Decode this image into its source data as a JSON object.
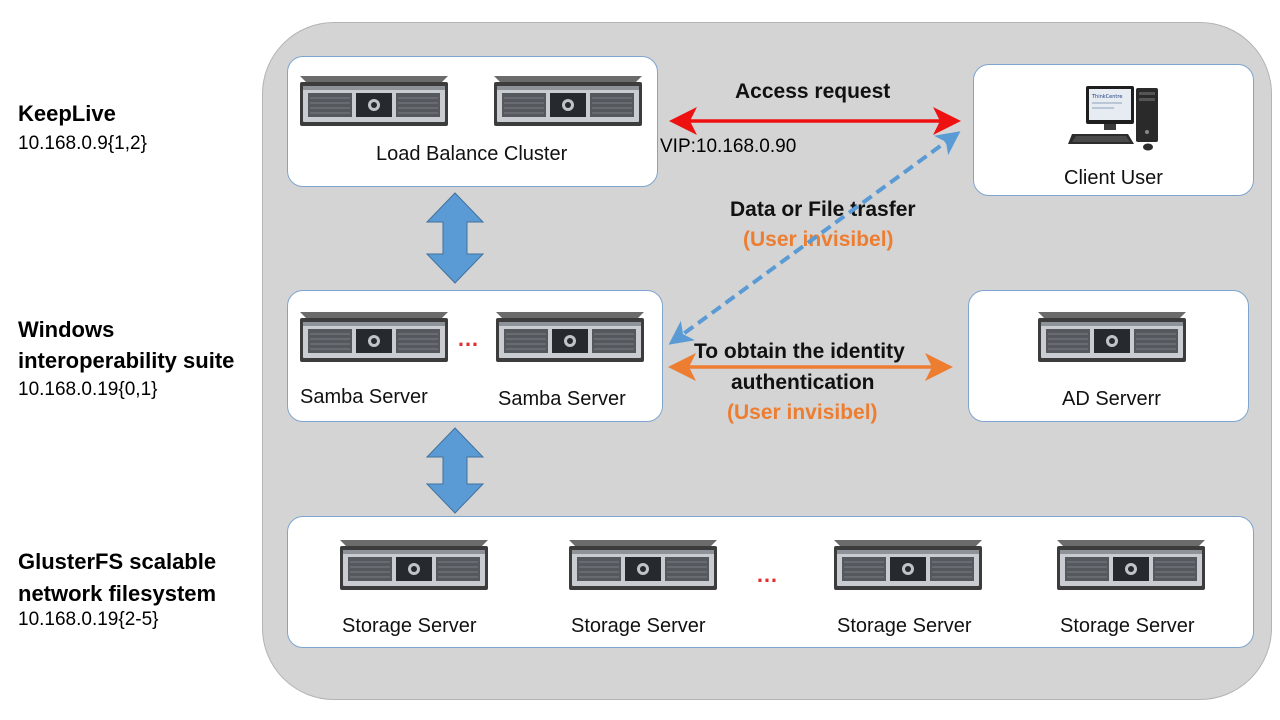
{
  "tiers": {
    "keeplive": {
      "title": "KeepLive",
      "ip": "10.168.0.9{1,2}"
    },
    "windows": {
      "title_line1": "Windows",
      "title_line2": "interoperability suite",
      "ip": "10.168.0.19{0,1}"
    },
    "gluster": {
      "title_line1": "GlusterFS scalable",
      "title_line2": "network filesystem",
      "ip": "10.168.0.19{2-5}"
    }
  },
  "nodes": {
    "load_balancer": {
      "label": "Load Balance Cluster"
    },
    "client": {
      "label": "Client User",
      "monitor_brand": "ThinkCentre"
    },
    "samba_left": {
      "label": "Samba Server"
    },
    "samba_right": {
      "label": "Samba Server"
    },
    "ad_server": {
      "label": "AD Serverr"
    },
    "storage": [
      {
        "label": "Storage Server"
      },
      {
        "label": "Storage Server"
      },
      {
        "label": "Storage Server"
      },
      {
        "label": "Storage Server"
      }
    ]
  },
  "edges": {
    "access": {
      "label": "Access request",
      "vip": "VIP:10.168.0.90"
    },
    "data_transfer": {
      "label": "Data or File trasfer",
      "note": "(User invisibel)"
    },
    "identity": {
      "label_line1": "To obtain the identity",
      "label_line2": "authentication",
      "note": "(User invisibel)"
    }
  },
  "ellipsis": {
    "samba": "…",
    "storage": "…"
  },
  "colors": {
    "group_bg": "#d4d4d4",
    "box_border": "#7fa5cf",
    "access_arrow": "#ee1111",
    "data_arrow": "#5b9bd5",
    "identity_arrow": "#ed7d31",
    "tier_arrow": "#5b9bd5",
    "note": "#ed7d31"
  }
}
